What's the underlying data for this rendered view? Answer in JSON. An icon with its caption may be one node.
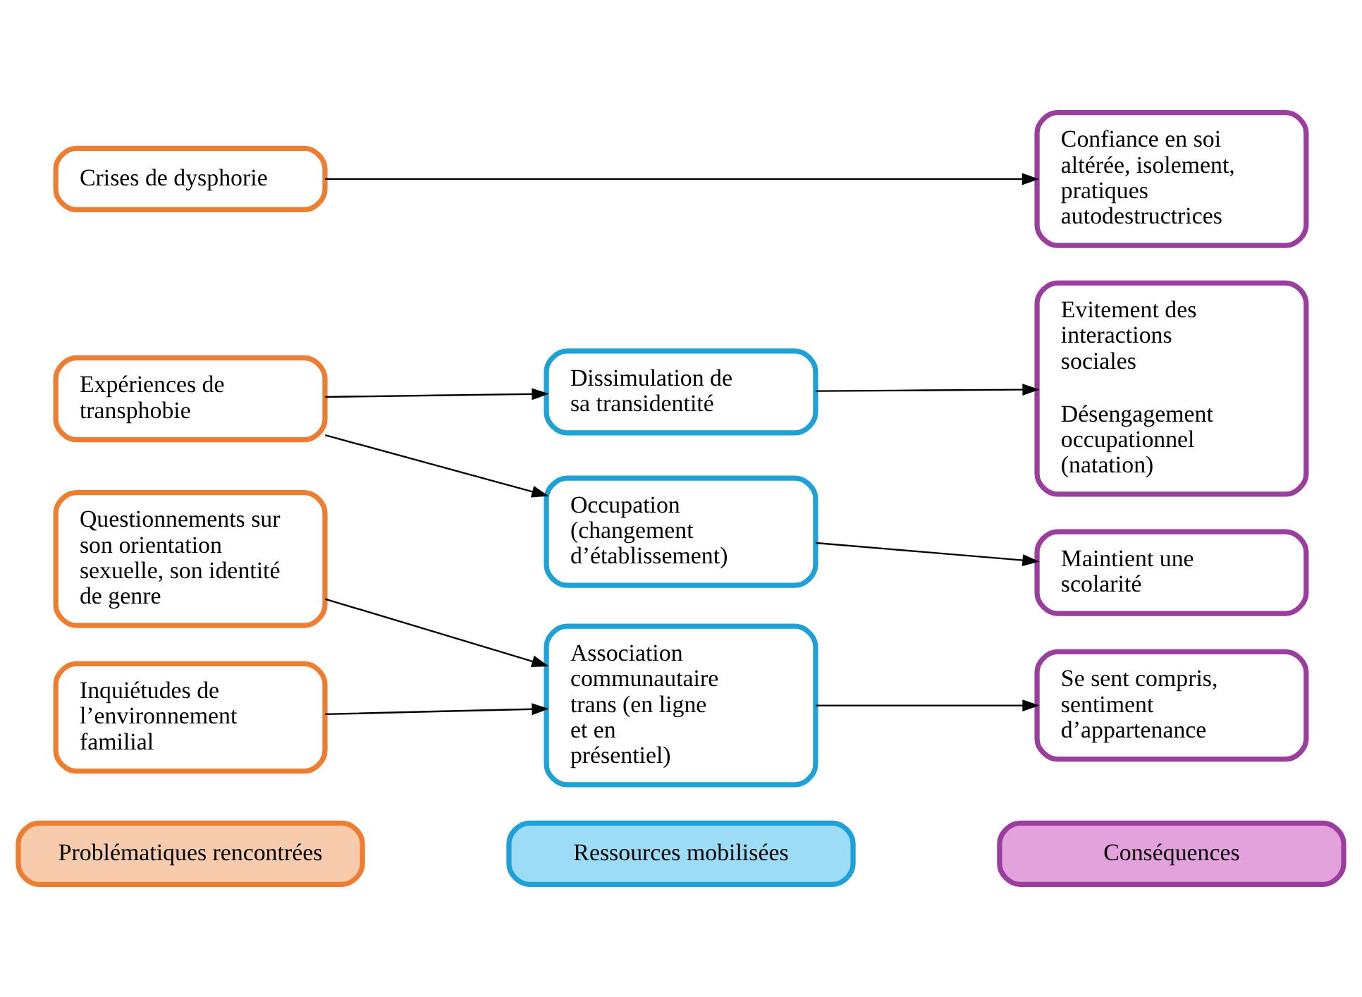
{
  "diagram": {
    "nodes": [
      {
        "text": [
          "Problématiques rencontrées"
        ]
      },
      {
        "text": [
          "Ressources mobilisées"
        ]
      },
      {
        "text": [
          "Conséquences"
        ]
      },
      {
        "text": [
          "Questionnements sur son orientation sexuelle, son identité de genre"
        ]
      },
      {
        "text": [
          "Inquiétudes de l’environnement familial"
        ]
      },
      {
        "text": [
          "Expériences de transphobie"
        ]
      },
      {
        "text": [
          "Crises de dysphorie"
        ]
      },
      {
        "text": [
          "Association communautaire trans (en ligne et en présentiel)"
        ]
      },
      {
        "text": [
          "Dissimulation de sa transidentité"
        ]
      },
      {
        "text": [
          "Occupation (changement d’établissement)"
        ]
      },
      {
        "text": [
          "Se sent compris, sentiment d’appartenance"
        ]
      },
      {
        "text": [
          "Evitement des interactions sociales",
          "Désengagement occupationnel (natation)"
        ]
      },
      {
        "text": [
          "Maintient une scolarité"
        ]
      },
      {
        "text": [
          "Confiance en soi altérée, isolement, pratiques autodestructrices"
        ]
      }
    ],
    "edges": [
      {
        "from": 3,
        "to": 7,
        "arrow": "to"
      },
      {
        "from": 4,
        "to": 7,
        "arrow": "to"
      },
      {
        "from": 7,
        "to": 10,
        "arrow": "to"
      },
      {
        "from": 8,
        "to": 11,
        "arrow": "to"
      },
      {
        "from": 5,
        "to": 8,
        "arrow": "to"
      },
      {
        "from": 5,
        "to": 9,
        "arrow": "to"
      },
      {
        "from": 9,
        "to": 12,
        "arrow": "to"
      },
      {
        "from": 6,
        "to": 13,
        "arrow": "to"
      }
    ]
  }
}
